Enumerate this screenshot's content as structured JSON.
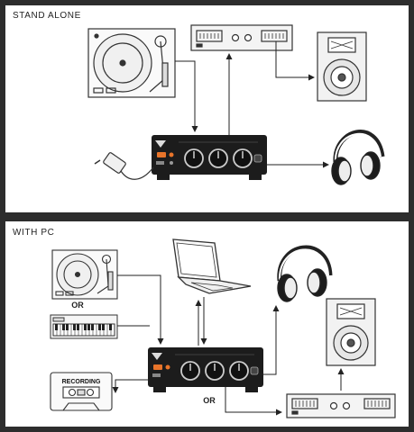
{
  "sections": {
    "stand_alone": {
      "title": "STAND ALONE"
    },
    "with_pc": {
      "title": "WITH PC"
    }
  },
  "labels": {
    "or_between_sources": "OR",
    "or_between_outputs": "OR",
    "recording": "RECORDING"
  },
  "colors": {
    "frame": "#2d2d2d",
    "panel": "#ffffff",
    "device_body": "#1c1c1c",
    "accent": "#e8742a",
    "line": "#222222"
  }
}
